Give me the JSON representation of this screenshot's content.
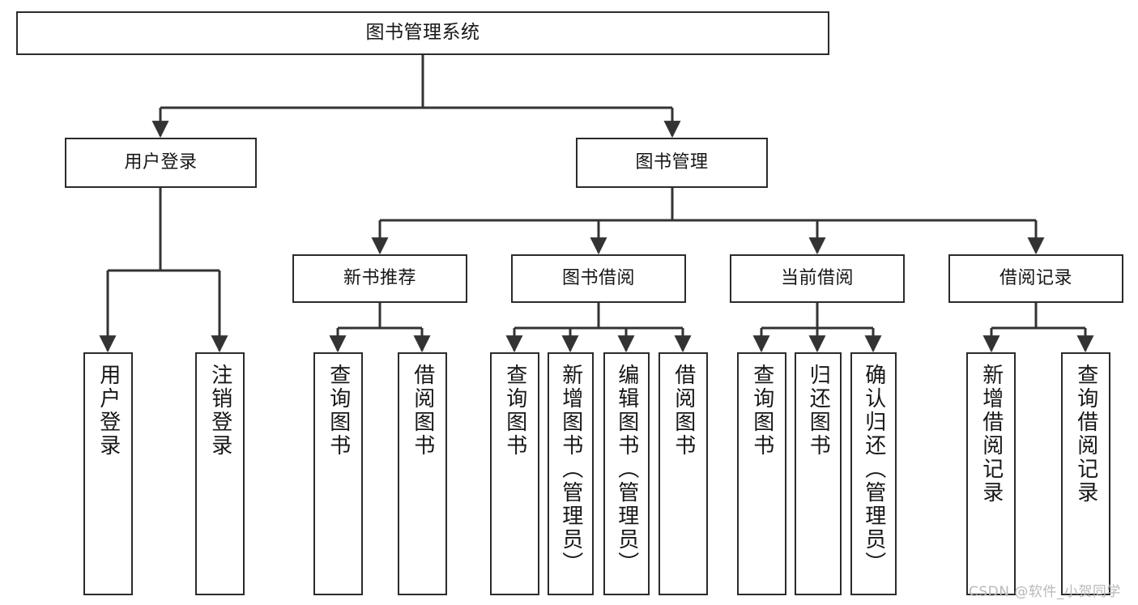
{
  "diagram": {
    "title": "图书管理系统",
    "type": "tree",
    "orientation": "top-down",
    "colors": {
      "node_border": "#2b2b2b",
      "node_fill": "#ffffff",
      "edge": "#333333",
      "text": "#161616",
      "watermark": "#b9b9b9",
      "background": "#ffffff"
    },
    "root": {
      "id": "root",
      "label": "图书管理系统"
    },
    "level2": [
      {
        "id": "user-login",
        "label": "用户登录"
      },
      {
        "id": "book-admin",
        "label": "图书管理"
      }
    ],
    "level3": [
      {
        "id": "new-book-rec",
        "label": "新书推荐"
      },
      {
        "id": "book-borrow",
        "label": "图书借阅"
      },
      {
        "id": "current-borrow",
        "label": "当前借阅"
      },
      {
        "id": "borrow-record",
        "label": "借阅记录"
      }
    ],
    "leaves": {
      "user_login": [
        {
          "id": "leaf-user-login",
          "label": "用户登录"
        },
        {
          "id": "leaf-logout",
          "label": "注销登录"
        }
      ],
      "new_book_rec": [
        {
          "id": "leaf-query-book-1",
          "label": "查询图书"
        },
        {
          "id": "leaf-borrow-book-1",
          "label": "借阅图书"
        }
      ],
      "book_borrow": [
        {
          "id": "leaf-query-book-2",
          "label": "查询图书"
        },
        {
          "id": "leaf-add-book",
          "label": "新增图书（管理员）"
        },
        {
          "id": "leaf-edit-book",
          "label": "编辑图书（管理员）"
        },
        {
          "id": "leaf-borrow-book-2",
          "label": "借阅图书"
        }
      ],
      "current_borrow": [
        {
          "id": "leaf-query-book-3",
          "label": "查询图书"
        },
        {
          "id": "leaf-return-book",
          "label": "归还图书"
        },
        {
          "id": "leaf-confirm-return",
          "label": "确认归还（管理员）"
        }
      ],
      "borrow_record": [
        {
          "id": "leaf-add-record",
          "label": "新增借阅记录"
        },
        {
          "id": "leaf-query-record",
          "label": "查询借阅记录"
        }
      ]
    }
  },
  "watermark": {
    "text": "CSDN @软件_小贺同学"
  }
}
